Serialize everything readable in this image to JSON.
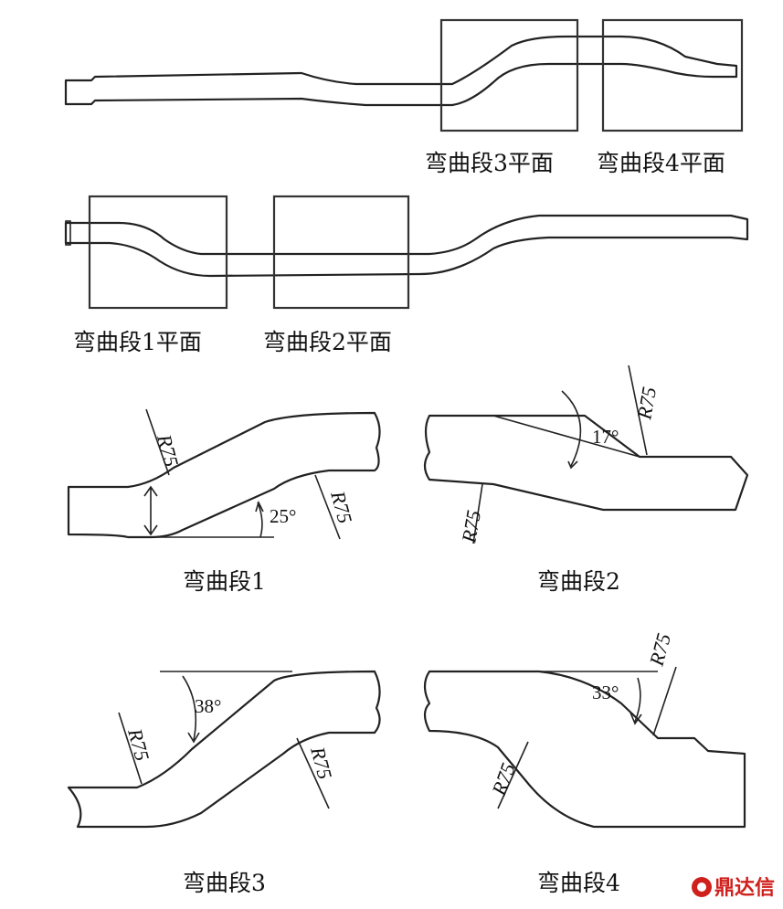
{
  "top_view": {
    "labels": [
      "弯曲段3平面",
      "弯曲段4平面"
    ]
  },
  "side_view": {
    "labels": [
      "弯曲段1平面",
      "弯曲段2平面"
    ]
  },
  "details": [
    {
      "caption": "弯曲段1",
      "radius_labels": [
        "R75",
        "R75"
      ],
      "angle": "25°"
    },
    {
      "caption": "弯曲段2",
      "radius_labels": [
        "R75",
        "R75"
      ],
      "angle": "17°"
    },
    {
      "caption": "弯曲段3",
      "radius_labels": [
        "R75",
        "R75"
      ],
      "angle": "38°"
    },
    {
      "caption": "弯曲段4",
      "radius_labels": [
        "R75",
        "R75"
      ],
      "angle": "33°"
    }
  ],
  "watermark": {
    "text": "鼎达信",
    "color": "#d0201c"
  }
}
